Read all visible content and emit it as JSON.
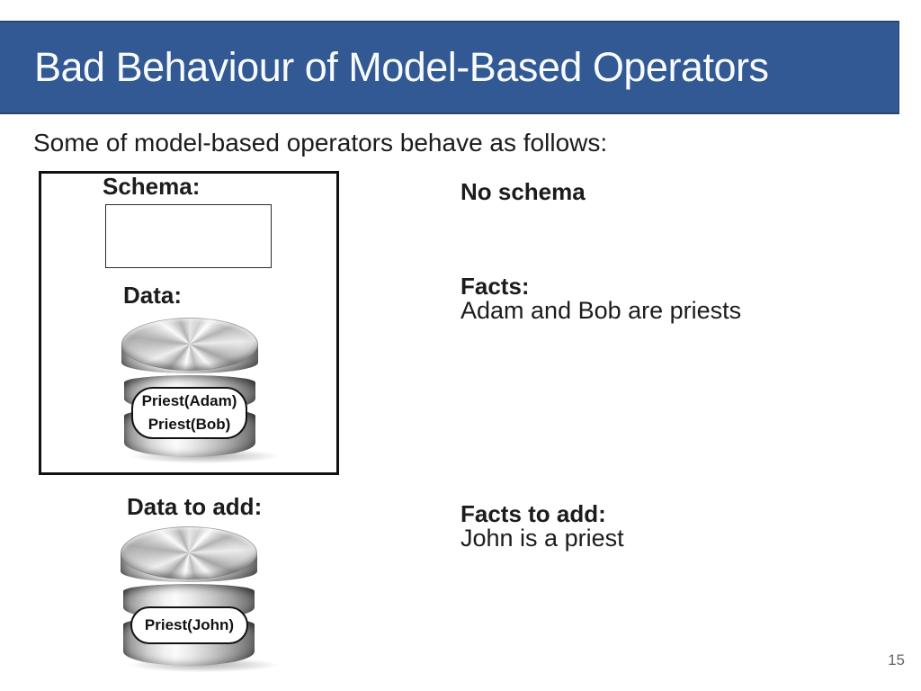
{
  "theme": {
    "banner_blue": "#325994",
    "banner_border": "#26466e",
    "text_color": "#1c1c1c",
    "page_number_color": "#666666"
  },
  "header": {
    "title": "Bad Behaviour of Model-Based Operators"
  },
  "intro": {
    "text": "Some of model-based operators behave as follows:"
  },
  "schema_box": {
    "schema_label": "Schema:",
    "data_label": "Data:",
    "database": {
      "icon": "database-icon",
      "facts": [
        "Priest(Adam)",
        "Priest(Bob)"
      ]
    }
  },
  "data_to_add": {
    "label": "Data to add:",
    "database": {
      "icon": "database-icon",
      "facts": [
        "Priest(John)"
      ]
    }
  },
  "right_column": {
    "no_schema_label": "No schema",
    "facts_label": "Facts:",
    "facts_text": "Adam and Bob are priests",
    "facts_to_add_label": "Facts to add:",
    "facts_to_add_text": "John is a priest"
  },
  "footer": {
    "page_number": "15"
  }
}
